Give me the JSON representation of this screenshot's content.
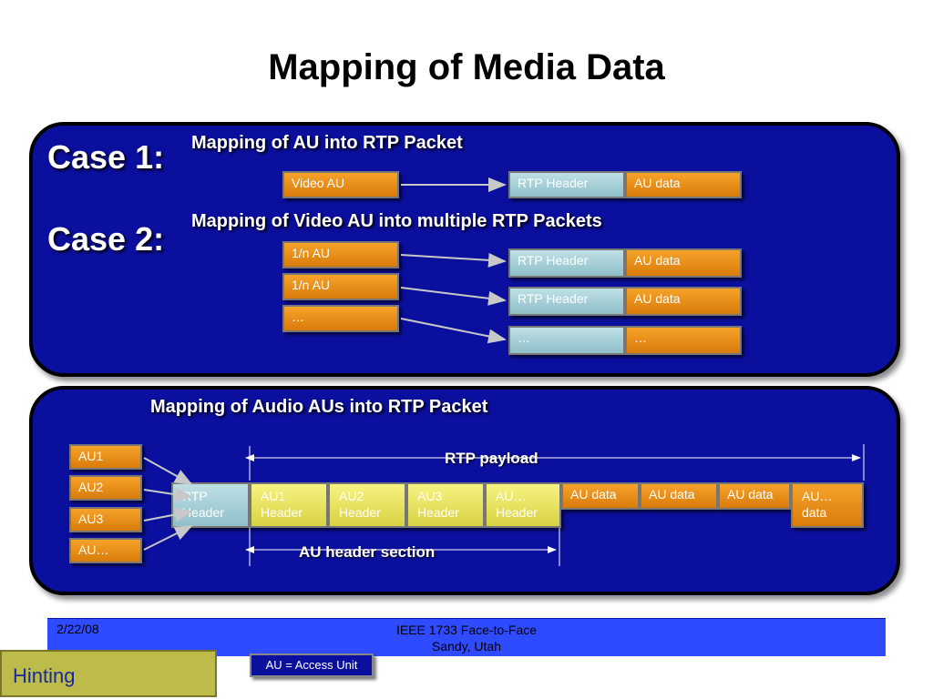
{
  "title": "Mapping of Media Data",
  "case1": {
    "label": "Case 1:",
    "heading": "Mapping of AU into RTP Packet",
    "source": "Video AU",
    "rtp_header": "RTP Header",
    "au_data": "AU data"
  },
  "case2": {
    "label": "Case 2:",
    "heading": "Mapping of Video AU into multiple RTP Packets",
    "sources": [
      "1/n AU",
      "1/n AU",
      "…"
    ],
    "packets": [
      {
        "header": "RTP Header",
        "data": "AU data"
      },
      {
        "header": "RTP Header",
        "data": "AU data"
      },
      {
        "header": "…",
        "data": "…"
      }
    ]
  },
  "audio": {
    "heading": "Mapping of Audio AUs into RTP Packet",
    "sources": [
      "AU1",
      "AU2",
      "AU3",
      "AU…"
    ],
    "rtp_payload": "RTP payload",
    "au_header_section": "AU header section",
    "rtp_header": [
      "RTP",
      "Header"
    ],
    "au_headers": [
      [
        "AU1",
        "Header"
      ],
      [
        "AU2",
        "Header"
      ],
      [
        "AU3",
        "Header"
      ],
      [
        "AU…",
        "Header"
      ]
    ],
    "au_data": [
      "AU data",
      "AU data",
      "AU data"
    ],
    "au_last_data": [
      "AU…",
      "data"
    ]
  },
  "footer": {
    "date": "2/22/08",
    "line1": "IEEE 1733 Face-to-Face",
    "line2": "Sandy, Utah"
  },
  "hinting": "Hinting",
  "legend": "AU = Access Unit",
  "colors": {
    "panel": "#0b0f9e",
    "orange": "#e88c14",
    "teal": "#a8d2da",
    "yellow": "#eae560",
    "footer": "#2f4bff",
    "hinting": "#bdbb4a"
  }
}
